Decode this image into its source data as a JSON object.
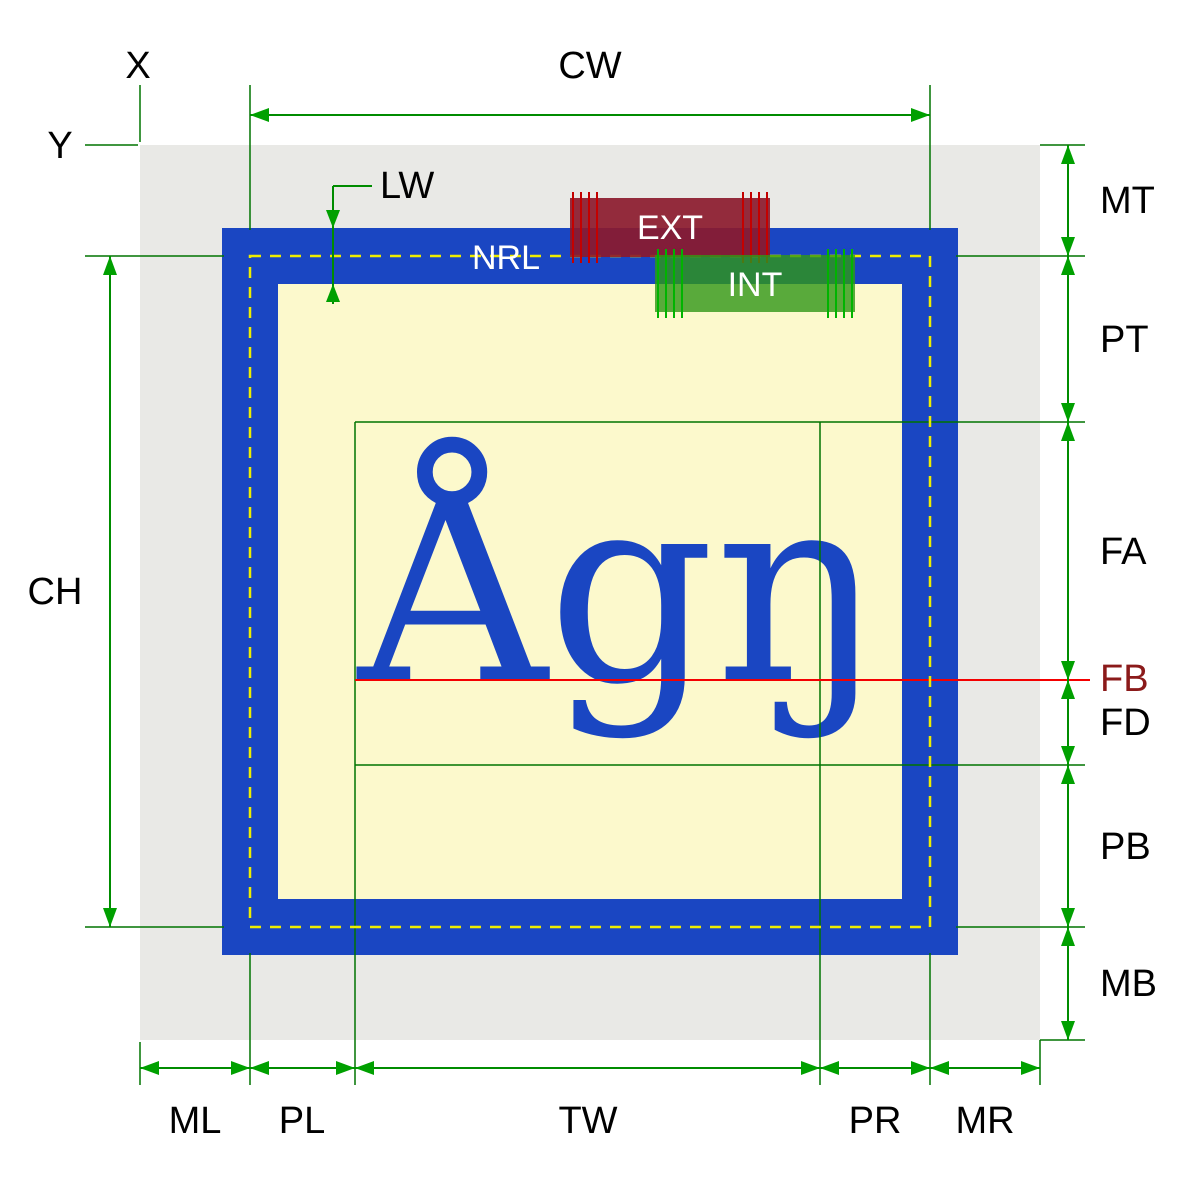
{
  "labels": {
    "x": "X",
    "y": "Y",
    "cw": "CW",
    "ch": "CH",
    "lw": "LW",
    "nrl": "NRL",
    "ext": "EXT",
    "int": "INT",
    "mt": "MT",
    "pt": "PT",
    "fa": "FA",
    "fb": "FB",
    "fd": "FD",
    "pb": "PB",
    "mb": "MB",
    "ml": "ML",
    "pl": "PL",
    "tw": "TW",
    "pr": "PR",
    "mr": "MR"
  },
  "glyph_sample": "Ågŋ",
  "colors": {
    "margin_gray": "#e9e9e6",
    "border_blue": "#1a46c2",
    "padding_cream": "#fcf9cc",
    "guide_green": "#007400",
    "dim_green": "#008c00",
    "arrow_green": "#00a000",
    "nrl_yellow": "#eded00",
    "baseline_red": "#f40000",
    "fb_dark_red": "#8b1a1a",
    "ext_fill": "#8b1a2e",
    "ext_hatch": "#c40000",
    "int_fill": "#2f9617",
    "int_hatch": "#00b400",
    "glyph_blue": "#1a46c2",
    "label_black": "#000000"
  }
}
